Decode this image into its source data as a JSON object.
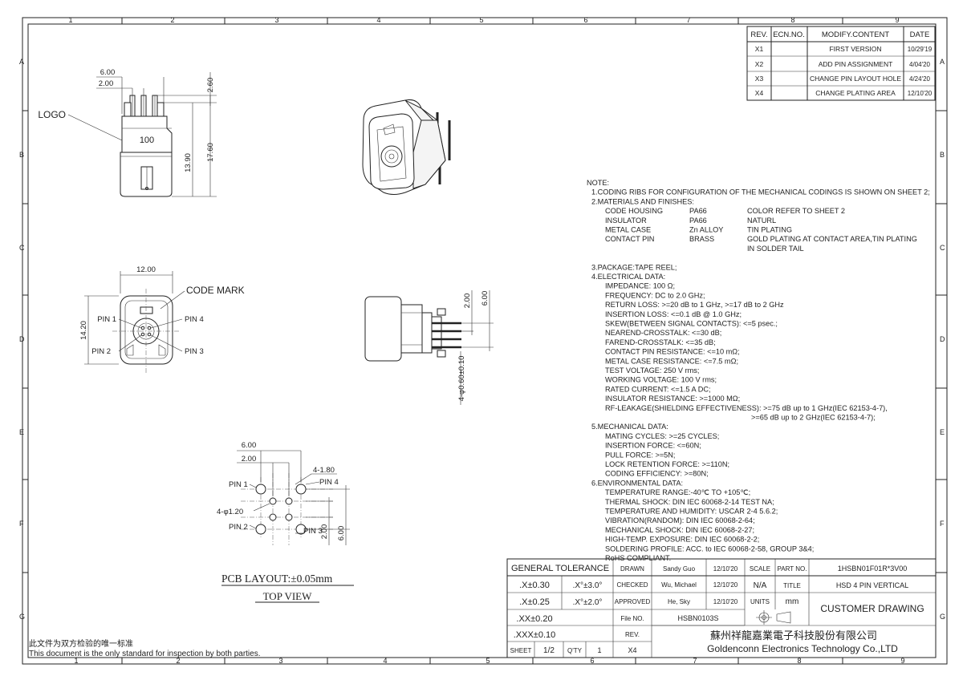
{
  "grid": {
    "columns": [
      "1",
      "2",
      "3",
      "4",
      "5",
      "6",
      "7",
      "8",
      "9"
    ],
    "rows": [
      "A",
      "B",
      "C",
      "D",
      "E",
      "F",
      "G"
    ]
  },
  "revision_table": {
    "headers": [
      "REV.",
      "ECN.NO.",
      "MODIFY.CONTENT",
      "DATE"
    ],
    "rows": [
      {
        "rev": "X1",
        "ecn": "",
        "content": "FIRST VERSION",
        "date": "10/29'19"
      },
      {
        "rev": "X2",
        "ecn": "",
        "content": "ADD PIN ASSIGNMENT",
        "date": "4/04'20"
      },
      {
        "rev": "X3",
        "ecn": "",
        "content": "CHANGE PIN LAYOUT HOLE",
        "date": "4/24'20"
      },
      {
        "rev": "X4",
        "ecn": "",
        "content": "CHANGE PLATING AREA",
        "date": "12/10'20"
      }
    ]
  },
  "top_view": {
    "logo_label": "LOGO",
    "logo_text": "100",
    "dim_width": "6.00",
    "dim_pitch": "2.00",
    "dim_pin_height": "2.60",
    "dim_body_height": "13.90",
    "dim_total_height": "17.60"
  },
  "front_view": {
    "code_mark": "CODE MARK",
    "dim_width": "12.00",
    "dim_height": "14.20",
    "pin1": "PIN 1",
    "pin2": "PIN 2",
    "pin3": "PIN 3",
    "pin4": "PIN 4"
  },
  "side_view": {
    "dim_a": "2.00",
    "dim_b": "6.00",
    "dim_pin": "4-φ0.60±0.10"
  },
  "pcb_layout": {
    "dim_width": "6.00",
    "dim_pitch": "2.00",
    "dim_big_hole": "4-1.80",
    "dim_small_hole": "4-φ1.20",
    "dim_v_pitch": "2.00",
    "dim_v_width": "6.00",
    "pin1": "PIN 1",
    "pin2": "PIN 2",
    "pin3": "PIN 3",
    "pin4": "PIN 4",
    "title": "PCB LAYOUT:±0.05mm",
    "subtitle": "TOP VIEW"
  },
  "notes": [
    {
      "indent": 0,
      "text": "NOTE:"
    },
    {
      "indent": 1,
      "text": "1.CODING RIBS FOR CONFIGURATION OF THE MECHANICAL CODINGS IS SHOWN ON SHEET 2;"
    },
    {
      "indent": 1,
      "text": "2.MATERIALS AND FINISHES:"
    },
    {
      "indent": 2,
      "cols": [
        "CODE HOUSING",
        "PA66",
        "COLOR REFER TO SHEET 2"
      ]
    },
    {
      "indent": 2,
      "cols": [
        "INSULATOR",
        "PA66",
        "NATURL"
      ]
    },
    {
      "indent": 2,
      "cols": [
        "METAL CASE",
        "Zn ALLOY",
        "TIN PLATING"
      ]
    },
    {
      "indent": 2,
      "cols": [
        "CONTACT PIN",
        "BRASS",
        "GOLD PLATING AT CONTACT AREA,TIN PLATING"
      ]
    },
    {
      "indent": 2,
      "cols": [
        "",
        "",
        "IN SOLDER TAIL"
      ]
    },
    {
      "indent": 0,
      "text": ""
    },
    {
      "indent": 1,
      "text": "3.PACKAGE:TAPE REEL;"
    },
    {
      "indent": 1,
      "text": "4.ELECTRICAL DATA:"
    },
    {
      "indent": 2,
      "text": "IMPEDANCE: 100 Ω;"
    },
    {
      "indent": 2,
      "text": "FREQUENCY: DC to 2.0 GHz;"
    },
    {
      "indent": 2,
      "text": "RETURN LOSS: >=20 dB to 1 GHz, >=17 dB to 2 GHz"
    },
    {
      "indent": 2,
      "text": "INSERTION LOSS: <=0.1 dB @ 1.0 GHz;"
    },
    {
      "indent": 2,
      "text": "SKEW(BETWEEN SIGNAL CONTACTS): <=5 psec.;"
    },
    {
      "indent": 2,
      "text": "NEAREND-CROSSTALK: <=30 dB;"
    },
    {
      "indent": 2,
      "text": "FAREND-CROSSTALK: <=35 dB;"
    },
    {
      "indent": 2,
      "text": "CONTACT PIN RESISTANCE: <=10 mΩ;"
    },
    {
      "indent": 2,
      "text": "METAL CASE RESISTANCE: <=7.5 mΩ;"
    },
    {
      "indent": 2,
      "text": "TEST VOLTAGE: 250 V rms;"
    },
    {
      "indent": 2,
      "text": "WORKING VOLTAGE: 100 V rms;"
    },
    {
      "indent": 2,
      "text": "RATED CURRENT: <=1.5 A DC;"
    },
    {
      "indent": 2,
      "text": "INSULATOR RESISTANCE: >=1000 MΩ;"
    },
    {
      "indent": 2,
      "text": "RF-LEAKAGE(SHIELDING EFFECTIVENESS): >=75 dB up to 1 GHz(IEC 62153-4-7),"
    },
    {
      "indent": 3,
      "text": ">=65 dB up to 2 GHz(IEC 62153-4-7);"
    },
    {
      "indent": 1,
      "text": "5.MECHANICAL DATA:"
    },
    {
      "indent": 2,
      "text": "MATING CYCLES: >=25 CYCLES;"
    },
    {
      "indent": 2,
      "text": "INSERTION FORCE: <=60N;"
    },
    {
      "indent": 2,
      "text": "PULL FORCE: >=5N;"
    },
    {
      "indent": 2,
      "text": "LOCK RETENTION FORCE: >=110N;"
    },
    {
      "indent": 2,
      "text": "CODING EFFICIENCY: >=80N;"
    },
    {
      "indent": 1,
      "text": "6.ENVIRONMENTAL DATA:"
    },
    {
      "indent": 2,
      "text": "TEMPERATURE RANGE:-40℃ TO +105℃;"
    },
    {
      "indent": 2,
      "text": "THERMAL SHOCK: DIN IEC 60068-2-14 TEST NA;"
    },
    {
      "indent": 2,
      "text": "TEMPERATURE AND HUMIDITY: USCAR 2-4 5.6.2;"
    },
    {
      "indent": 2,
      "text": "VIBRATION(RANDOM): DIN IEC 60068-2-64;"
    },
    {
      "indent": 2,
      "text": "MECHANICAL SHOCK: DIN IEC 60068-2-27;"
    },
    {
      "indent": 2,
      "text": "HIGH-TEMP. EXPOSURE: DIN IEC 60068-2-2;"
    },
    {
      "indent": 2,
      "text": "SOLDERING PROFILE: ACC. to IEC 60068-2-58, GROUP 3&4;"
    },
    {
      "indent": 2,
      "text": "RoHS COMPLIANT."
    }
  ],
  "title_block": {
    "general_tolerance": "GENERAL TOLERANCE",
    "tol": [
      ".X±0.30",
      ".X±0.25",
      ".XX±0.20",
      ".XXX±0.10"
    ],
    "ang": [
      ".X°±3.0°",
      ".X°±2.0°"
    ],
    "drawn_label": "DRAWN",
    "drawn_name": "Sandy Guo",
    "drawn_date": "12/10'20",
    "checked_label": "CHECKED",
    "checked_name": "Wu, Michael",
    "checked_date": "12/10'20",
    "approved_label": "APPROVED",
    "approved_name": "He, Sky",
    "approved_date": "12/10'20",
    "file_label": "File NO.",
    "file_no": "HSBN0103S",
    "rev_label": "REV.",
    "rev": "X4",
    "scale_label": "SCALE",
    "scale": "N/A",
    "units_label": "UNITS",
    "units": "mm",
    "part_label": "PART NO.",
    "part_no": "1HSBN01F01R*3V00",
    "title_label": "TITLE",
    "title": "HSD 4 PIN VERTICAL",
    "customer": "CUSTOMER DRAWING",
    "company_cn": "蘇州祥龍嘉業電子科技股份有限公司",
    "company_en": "Goldenconn Electronics Technology Co.,LTD",
    "sheet_label": "SHEET",
    "sheet": "1/2",
    "qty_label": "Q'TY",
    "qty": "1",
    "rev_bottom": "X4"
  },
  "footer": {
    "cn": "此文件为双方检验的唯一标准",
    "en": "This document is the only standard for inspection by both parties."
  }
}
